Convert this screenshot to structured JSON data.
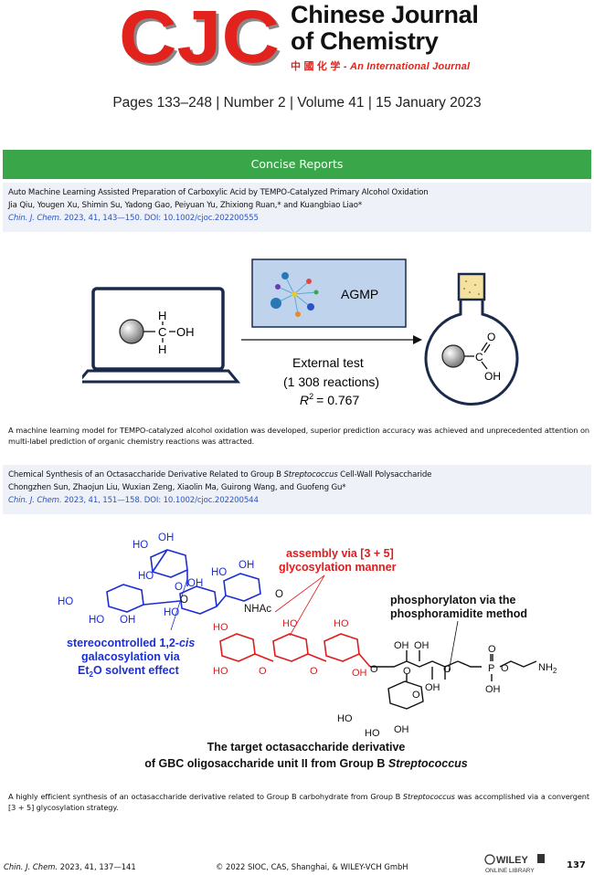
{
  "masthead": {
    "logo_text": "CJC",
    "journal_line1": "Chinese Journal",
    "journal_line2": "of Chemistry",
    "subtitle_cn": "中 國 化 学",
    "subtitle_en": " - An International Journal",
    "issue_line": "Pages 133–248 | Number 2 | Volume 41 | 15 January 2023"
  },
  "section": {
    "title": "Concise Reports"
  },
  "articles": [
    {
      "title": "Auto Machine Learning Assisted Preparation of Carboxylic Acid by TEMPO-Catalyzed Primary Alcohol Oxidation",
      "authors": "Jia Qiu, Yougen Xu, Shimin Su, Yadong Gao, Peiyuan Yu, Zhixiong Ruan,* and Kuangbiao Liao*",
      "cite_journal": "Chin. J. Chem.",
      "cite_rest": " 2023, 41, 143—150. DOI: 10.1002/cjoc.202200555",
      "graphic": {
        "agmp_label": "AGMP",
        "ext_test": "External test",
        "reactions": "(1 308 reactions)",
        "r2": "= 0.767",
        "r2_symbol": "R",
        "r2_sup": "2",
        "atom_h": "H",
        "atom_c": "C",
        "group_oh": "OH",
        "atom_o": "O"
      },
      "abstract": "A machine learning model for TEMPO-catalyzed alcohol oxidation was developed, superior prediction accuracy was achieved and unprecedented attention on multi-label prediction of organic chemistry reactions was attracted."
    },
    {
      "title_pre": "Chemical Synthesis of an Octasaccharide Derivative Related to Group B ",
      "title_it": "Streptococcus",
      "title_post": " Cell-Wall Polysaccharide",
      "authors": "Chongzhen Sun, Zhaojun Liu, Wuxian Zeng, Xiaolin Ma, Guirong Wang, and Guofeng Gu*",
      "cite_journal": "Chin. J. Chem.",
      "cite_rest": " 2023, 41, 151—158. DOI: 10.1002/cjoc.202200544",
      "graphic": {
        "red_label1": "assembly via [3 + 5]",
        "red_label2": "glycosylation manner",
        "black_label1": "phosphorylaton via the",
        "black_label2": "phosphoramidite method",
        "blue_label1": "stereocontrolled 1,2-",
        "blue_label1_it": "cis",
        "blue_label2": "galacosylation via",
        "blue_label3": "Et",
        "blue_label3_sub": "2",
        "blue_label3_post": "O solvent effect",
        "caption1": "The target octasaccharide derivative",
        "caption2_pre": "of GBC oligosaccharide unit II from Group B ",
        "caption2_it": "Streptococcus",
        "nhac": "NHAc",
        "ho": "HO",
        "oh": "OH",
        "o": "O",
        "p": "P",
        "nh2": "NH",
        "nh2_sub": "2"
      },
      "abstract_pre": "A highly efficient synthesis of an octasaccharide derivative related to Group B carbohydrate from Group B ",
      "abstract_it": "Streptococcus",
      "abstract_post": " was accomplished via a convergent [3 + 5] glycosylation strategy."
    }
  ],
  "footer": {
    "cite_journal": "Chin. J. Chem.",
    "cite_rest": " 2023, 41, 137—141",
    "copyright": "© 2022 SIOC, CAS, Shanghai, & WILEY-VCH GmbH",
    "wiley_name": "WILEY",
    "wiley_sub": "ONLINE LIBRARY",
    "page_number": "137"
  },
  "colors": {
    "logo_red": "#e2231a",
    "section_green": "#3aa64a",
    "meta_bg": "#eef2f8",
    "cite_blue": "#2b53c8",
    "sugar_blue": "#1c2fd6",
    "sugar_red": "#e21b1b"
  }
}
